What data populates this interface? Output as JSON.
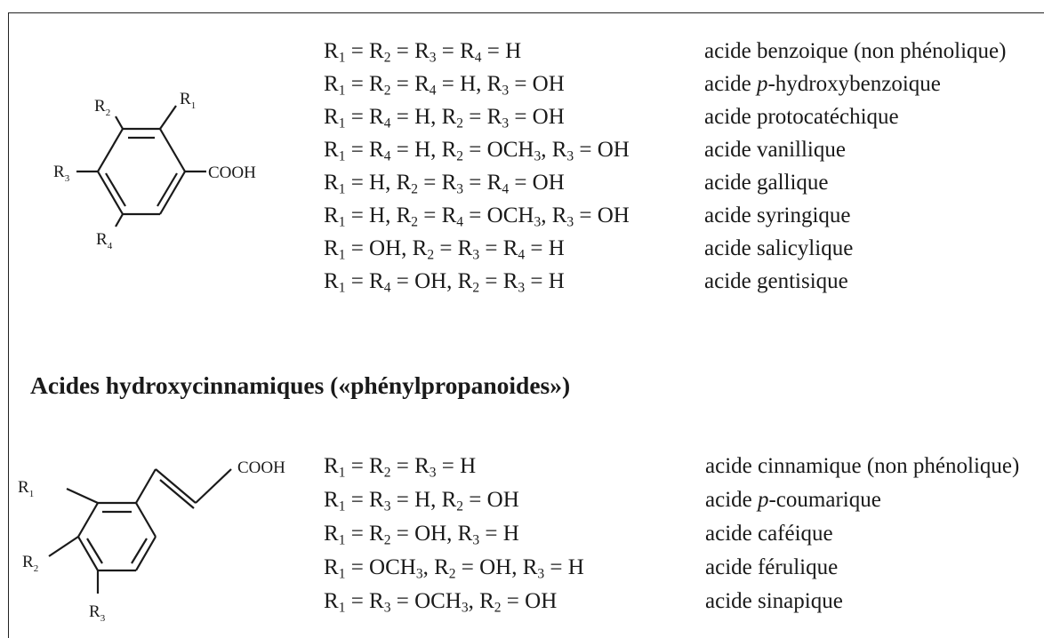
{
  "benzoic": {
    "substituents": [
      {
        "label": "R",
        "idx": "2"
      },
      {
        "label": "R",
        "idx": "1"
      },
      {
        "label": "R",
        "idx": "3"
      },
      {
        "label": "R",
        "idx": "4"
      }
    ],
    "group": "COOH",
    "rows": [
      {
        "formula": [
          [
            "t",
            "R"
          ],
          [
            "s",
            "1"
          ],
          [
            "t",
            " = R"
          ],
          [
            "s",
            "2"
          ],
          [
            "t",
            " = R"
          ],
          [
            "s",
            "3"
          ],
          [
            "t",
            " = R"
          ],
          [
            "s",
            "4"
          ],
          [
            "t",
            " = H"
          ]
        ],
        "name": [
          [
            "t",
            "acide benzoique (non phénolique)"
          ]
        ]
      },
      {
        "formula": [
          [
            "t",
            "R"
          ],
          [
            "s",
            "1"
          ],
          [
            "t",
            " = R"
          ],
          [
            "s",
            "2"
          ],
          [
            "t",
            " = R"
          ],
          [
            "s",
            "4"
          ],
          [
            "t",
            " = H, R"
          ],
          [
            "s",
            "3"
          ],
          [
            "t",
            " = OH"
          ]
        ],
        "name": [
          [
            "t",
            "acide "
          ],
          [
            "i",
            "p"
          ],
          [
            "t",
            "-hydroxybenzoique"
          ]
        ]
      },
      {
        "formula": [
          [
            "t",
            "R"
          ],
          [
            "s",
            "1"
          ],
          [
            "t",
            " = R"
          ],
          [
            "s",
            "4"
          ],
          [
            "t",
            " = H, R"
          ],
          [
            "s",
            "2"
          ],
          [
            "t",
            " = R"
          ],
          [
            "s",
            "3"
          ],
          [
            "t",
            " = OH"
          ]
        ],
        "name": [
          [
            "t",
            "acide protocatéchique"
          ]
        ]
      },
      {
        "formula": [
          [
            "t",
            "R"
          ],
          [
            "s",
            "1"
          ],
          [
            "t",
            " = R"
          ],
          [
            "s",
            "4"
          ],
          [
            "t",
            " = H, R"
          ],
          [
            "s",
            "2"
          ],
          [
            "t",
            " = OCH"
          ],
          [
            "s",
            "3"
          ],
          [
            "t",
            ", R"
          ],
          [
            "s",
            "3"
          ],
          [
            "t",
            " = OH"
          ]
        ],
        "name": [
          [
            "t",
            "acide vanillique"
          ]
        ]
      },
      {
        "formula": [
          [
            "t",
            "R"
          ],
          [
            "s",
            "1"
          ],
          [
            "t",
            " = H, R"
          ],
          [
            "s",
            "2"
          ],
          [
            "t",
            " = R"
          ],
          [
            "s",
            "3"
          ],
          [
            "t",
            " = R"
          ],
          [
            "s",
            "4"
          ],
          [
            "t",
            " = OH"
          ]
        ],
        "name": [
          [
            "t",
            "acide gallique"
          ]
        ]
      },
      {
        "formula": [
          [
            "t",
            "R"
          ],
          [
            "s",
            "1"
          ],
          [
            "t",
            " = H, R"
          ],
          [
            "s",
            "2"
          ],
          [
            "t",
            " = R"
          ],
          [
            "s",
            "4"
          ],
          [
            "t",
            " = OCH"
          ],
          [
            "s",
            "3"
          ],
          [
            "t",
            ", R"
          ],
          [
            "s",
            "3"
          ],
          [
            "t",
            " = OH"
          ]
        ],
        "name": [
          [
            "t",
            "acide syringique"
          ]
        ]
      },
      {
        "formula": [
          [
            "t",
            "R"
          ],
          [
            "s",
            "1"
          ],
          [
            "t",
            " = OH, R"
          ],
          [
            "s",
            "2"
          ],
          [
            "t",
            " = R"
          ],
          [
            "s",
            "3"
          ],
          [
            "t",
            " = R"
          ],
          [
            "s",
            "4"
          ],
          [
            "t",
            " = H"
          ]
        ],
        "name": [
          [
            "t",
            "acide salicylique"
          ]
        ]
      },
      {
        "formula": [
          [
            "t",
            "R"
          ],
          [
            "s",
            "1"
          ],
          [
            "t",
            " = R"
          ],
          [
            "s",
            "4"
          ],
          [
            "t",
            " = OH, R"
          ],
          [
            "s",
            "2"
          ],
          [
            "t",
            " = R"
          ],
          [
            "s",
            "3"
          ],
          [
            "t",
            " = H"
          ]
        ],
        "name": [
          [
            "t",
            "acide gentisique"
          ]
        ]
      }
    ]
  },
  "heading": "Acides hydroxycinnamiques («phénylpropanoides»)",
  "cinnamic": {
    "substituents": [
      {
        "label": "R",
        "idx": "1"
      },
      {
        "label": "R",
        "idx": "2"
      },
      {
        "label": "R",
        "idx": "3"
      }
    ],
    "group": "COOH",
    "rows": [
      {
        "formula": [
          [
            "t",
            "R"
          ],
          [
            "s",
            "1"
          ],
          [
            "t",
            " = R"
          ],
          [
            "s",
            "2"
          ],
          [
            "t",
            " = R"
          ],
          [
            "s",
            "3"
          ],
          [
            "t",
            " = H"
          ]
        ],
        "name": [
          [
            "t",
            "acide cinnamique (non phénolique)"
          ]
        ]
      },
      {
        "formula": [
          [
            "t",
            "R"
          ],
          [
            "s",
            "1"
          ],
          [
            "t",
            " = R"
          ],
          [
            "s",
            "3"
          ],
          [
            "t",
            " = H, R"
          ],
          [
            "s",
            "2"
          ],
          [
            "t",
            " = OH"
          ]
        ],
        "name": [
          [
            "t",
            "acide "
          ],
          [
            "i",
            "p"
          ],
          [
            "t",
            "-coumarique"
          ]
        ]
      },
      {
        "formula": [
          [
            "t",
            "R"
          ],
          [
            "s",
            "1"
          ],
          [
            "t",
            " = R"
          ],
          [
            "s",
            "2"
          ],
          [
            "t",
            " = OH, R"
          ],
          [
            "s",
            "3"
          ],
          [
            "t",
            " = H"
          ]
        ],
        "name": [
          [
            "t",
            "acide caféique"
          ]
        ]
      },
      {
        "formula": [
          [
            "t",
            "R"
          ],
          [
            "s",
            "1"
          ],
          [
            "t",
            " = OCH"
          ],
          [
            "s",
            "3"
          ],
          [
            "t",
            ", R"
          ],
          [
            "s",
            "2"
          ],
          [
            "t",
            " = OH, R"
          ],
          [
            "s",
            "3"
          ],
          [
            "t",
            " = H"
          ]
        ],
        "name": [
          [
            "t",
            "acide férulique"
          ]
        ]
      },
      {
        "formula": [
          [
            "t",
            "R"
          ],
          [
            "s",
            "1"
          ],
          [
            "t",
            " = R"
          ],
          [
            "s",
            "3"
          ],
          [
            "t",
            " = OCH"
          ],
          [
            "s",
            "3"
          ],
          [
            "t",
            ",  R"
          ],
          [
            "s",
            "2"
          ],
          [
            "t",
            " = OH"
          ]
        ],
        "name": [
          [
            "t",
            "acide sinapique"
          ]
        ]
      }
    ]
  }
}
